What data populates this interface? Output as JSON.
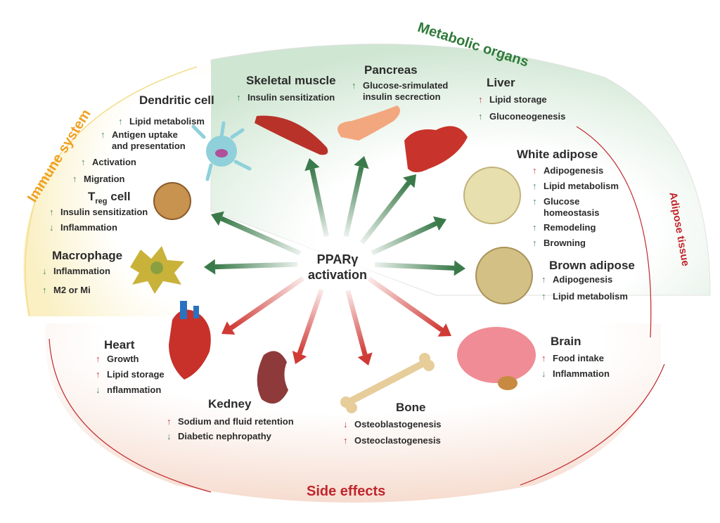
{
  "center": {
    "line1": "PPARγ",
    "line2": "activation"
  },
  "sections": {
    "metabolic": "Metabolic organs",
    "immune": "Immune system",
    "adipose": "Adipose tissue",
    "side_effects": "Side effects"
  },
  "colors": {
    "green_arrow": "#3a7a4a",
    "red_arrow": "#d03a35",
    "metabolic_label": "#2f7a3a",
    "immune_label": "#f0a020",
    "side_label": "#c0262d"
  },
  "groups": {
    "skeletal_muscle": {
      "title": "Skeletal muscle",
      "items": [
        {
          "dir": "up",
          "color": "green",
          "text": "Insulin sensitization"
        }
      ]
    },
    "pancreas": {
      "title": "Pancreas",
      "items": [
        {
          "dir": "up",
          "color": "green",
          "text": "Glucose-srimulated",
          "text2": "insulin secrection"
        }
      ]
    },
    "liver": {
      "title": "Liver",
      "items": [
        {
          "dir": "up",
          "color": "red",
          "text": "Lipid storage"
        },
        {
          "dir": "up",
          "color": "green",
          "text": "Gluconeogenesis"
        }
      ]
    },
    "dendritic": {
      "title": "Dendritic cell",
      "items": [
        {
          "dir": "up",
          "color": "green",
          "text": "Lipid metabolism"
        },
        {
          "dir": "up",
          "color": "green",
          "text": "Antigen uptake",
          "text2": "and presentation"
        },
        {
          "dir": "up",
          "color": "green",
          "text": "Activation"
        },
        {
          "dir": "up",
          "color": "green",
          "text": "Migration"
        }
      ]
    },
    "treg": {
      "title_main": "T",
      "title_sub": "reg",
      "title_rest": " cell",
      "items": [
        {
          "dir": "up",
          "color": "green",
          "text": "Insulin sensitization"
        },
        {
          "dir": "down",
          "color": "green",
          "text": "Inflammation"
        }
      ]
    },
    "macrophage": {
      "title": "Macrophage",
      "items": [
        {
          "dir": "down",
          "color": "green",
          "text": "Inflammation"
        },
        {
          "dir": "up",
          "color": "green",
          "text": "M2 or Mi"
        }
      ]
    },
    "white_adipose": {
      "title": "White adipose",
      "items": [
        {
          "dir": "up",
          "color": "red",
          "text": "Adipogenesis"
        },
        {
          "dir": "up",
          "color": "green",
          "text": "Lipid metabolism"
        },
        {
          "dir": "up",
          "color": "green",
          "text": "Glucose",
          "text2": "homeostasis"
        },
        {
          "dir": "up",
          "color": "green",
          "text": "Remodeling"
        },
        {
          "dir": "up",
          "color": "green",
          "text": "Browning"
        }
      ]
    },
    "brown_adipose": {
      "title": "Brown adipose",
      "items": [
        {
          "dir": "up",
          "color": "green",
          "text": "Adipogenesis"
        },
        {
          "dir": "up",
          "color": "green",
          "text": "Lipid metabolism"
        }
      ]
    },
    "heart": {
      "title": "Heart",
      "items": [
        {
          "dir": "up",
          "color": "red",
          "text": "Growth"
        },
        {
          "dir": "up",
          "color": "red",
          "text": "Lipid storage"
        },
        {
          "dir": "down",
          "color": "green",
          "text": "nflammation"
        }
      ]
    },
    "kidney": {
      "title": "Kedney",
      "items": [
        {
          "dir": "up",
          "color": "red",
          "text": "Sodium and fluid retention"
        },
        {
          "dir": "down",
          "color": "green",
          "text": "Diabetic nephropathy"
        }
      ]
    },
    "bone": {
      "title": "Bone",
      "items": [
        {
          "dir": "down",
          "color": "red",
          "text": "Osteoblastogenesis"
        },
        {
          "dir": "up",
          "color": "red",
          "text": "Osteoclastogenesis"
        }
      ]
    },
    "brain": {
      "title": "Brain",
      "items": [
        {
          "dir": "up",
          "color": "red",
          "text": "Food intake"
        },
        {
          "dir": "down",
          "color": "green",
          "text": "Inflammation"
        }
      ]
    }
  }
}
